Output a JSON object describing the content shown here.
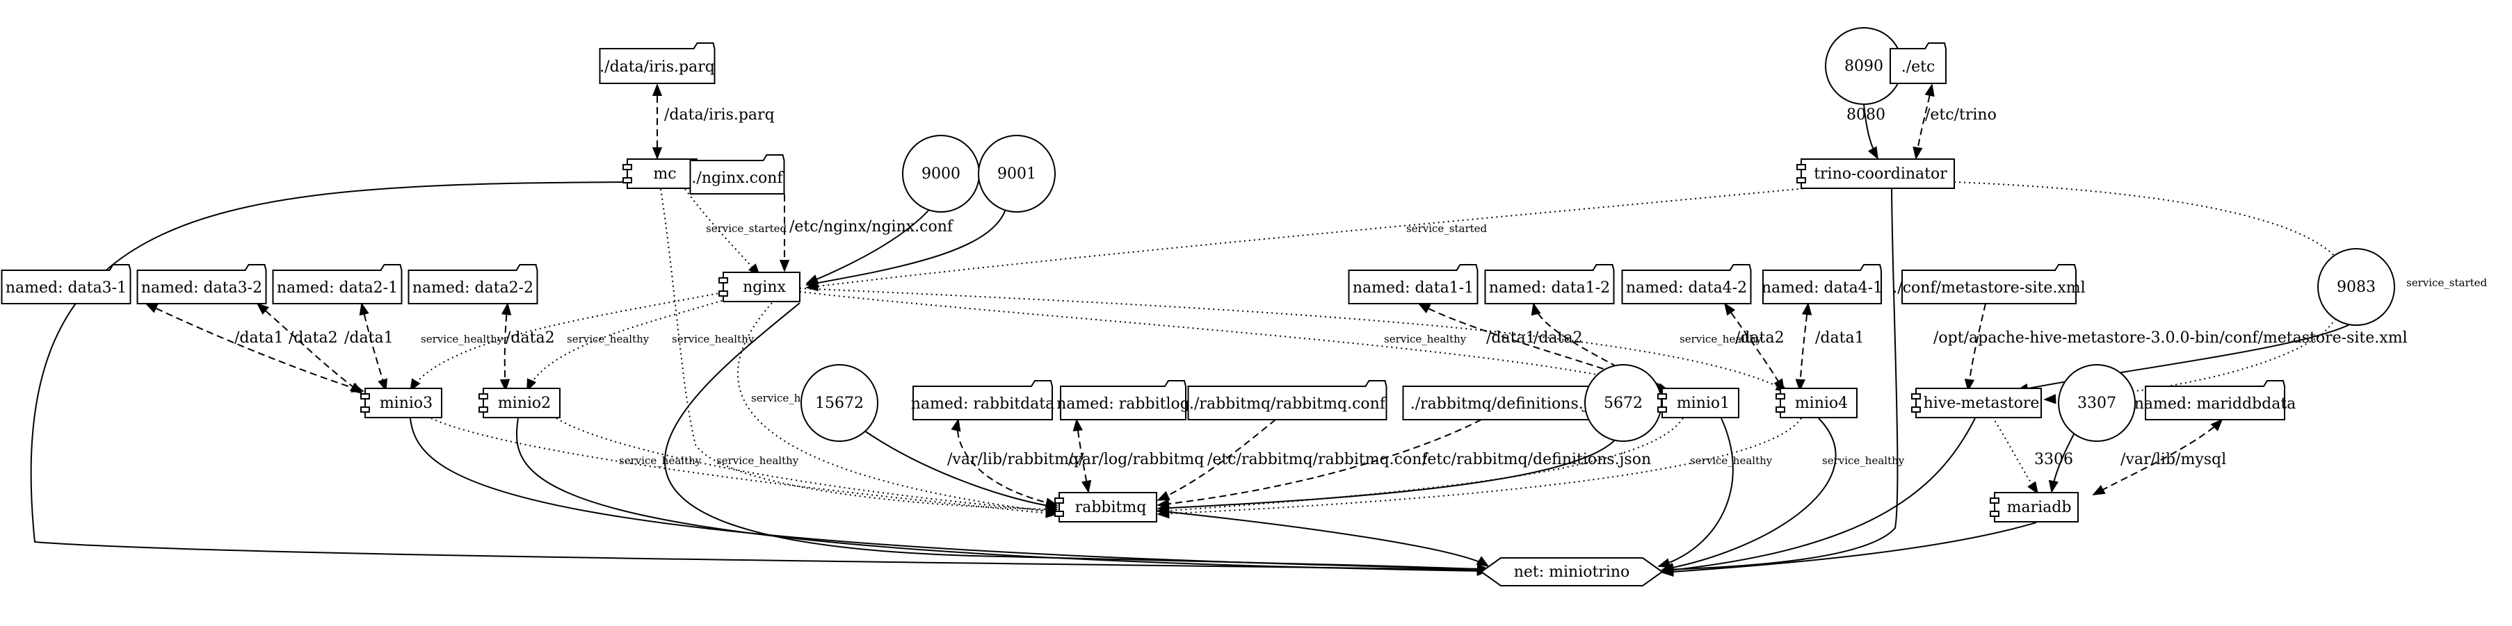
{
  "graph": {
    "title": "",
    "nodes": {
      "iris_parq": {
        "label": "./data/iris.parq",
        "shape": "folder"
      },
      "mc": {
        "label": "mc",
        "shape": "component"
      },
      "nginx_conf": {
        "label": "./nginx.conf",
        "shape": "folder"
      },
      "p9000": {
        "label": "9000",
        "shape": "circle"
      },
      "p9001": {
        "label": "9001",
        "shape": "circle"
      },
      "nginx": {
        "label": "nginx",
        "shape": "component"
      },
      "p8090": {
        "label": "8090",
        "shape": "circle"
      },
      "etc": {
        "label": "./etc",
        "shape": "folder"
      },
      "trino": {
        "label": "trino-coordinator",
        "shape": "component"
      },
      "data3_1": {
        "label": "named: data3-1",
        "shape": "folder"
      },
      "data3_2": {
        "label": "named: data3-2",
        "shape": "folder"
      },
      "data2_1": {
        "label": "named: data2-1",
        "shape": "folder"
      },
      "data2_2": {
        "label": "named: data2-2",
        "shape": "folder"
      },
      "data1_1": {
        "label": "named: data1-1",
        "shape": "folder"
      },
      "data1_2": {
        "label": "named: data1-2",
        "shape": "folder"
      },
      "data4_2": {
        "label": "named: data4-2",
        "shape": "folder"
      },
      "data4_1": {
        "label": "named: data4-1",
        "shape": "folder"
      },
      "metastore_xml": {
        "label": "./conf/metastore-site.xml",
        "shape": "folder"
      },
      "p9083": {
        "label": "9083",
        "shape": "circle"
      },
      "minio3": {
        "label": "minio3",
        "shape": "component"
      },
      "minio2": {
        "label": "minio2",
        "shape": "component"
      },
      "p15672": {
        "label": "15672",
        "shape": "circle"
      },
      "rabbitdata": {
        "label": "named: rabbitdata",
        "shape": "folder"
      },
      "rabbitlog": {
        "label": "named: rabbitlog",
        "shape": "folder"
      },
      "rabbitmq_conf": {
        "label": "./rabbitmq/rabbitmq.conf",
        "shape": "folder"
      },
      "definitions": {
        "label": "./rabbitmq/definitions.json",
        "shape": "folder"
      },
      "p5672": {
        "label": "5672",
        "shape": "circle"
      },
      "minio1": {
        "label": "minio1",
        "shape": "component"
      },
      "minio4": {
        "label": "minio4",
        "shape": "component"
      },
      "hive": {
        "label": "hive-metastore",
        "shape": "component"
      },
      "p3307": {
        "label": "3307",
        "shape": "circle"
      },
      "mariddbdata": {
        "label": "named: mariddbdata",
        "shape": "folder"
      },
      "rabbitmq": {
        "label": "rabbitmq",
        "shape": "component"
      },
      "mariadb": {
        "label": "mariadb",
        "shape": "component"
      },
      "net": {
        "label": "net: miniotrino",
        "shape": "hexagon"
      }
    },
    "edges": [
      {
        "from": "iris_parq",
        "to": "mc",
        "style": "dashed",
        "label": "/data/iris.parq"
      },
      {
        "from": "nginx_conf",
        "to": "nginx",
        "style": "dashed",
        "label": "/etc/nginx/nginx.conf"
      },
      {
        "from": "p9000",
        "to": "nginx",
        "style": "solid",
        "label": ""
      },
      {
        "from": "p9001",
        "to": "nginx",
        "style": "solid",
        "label": ""
      },
      {
        "from": "mc",
        "to": "nginx",
        "style": "dotted",
        "label": "service_started"
      },
      {
        "from": "trino",
        "to": "nginx",
        "style": "dotted",
        "label": "service_started"
      },
      {
        "from": "p8090",
        "to": "trino",
        "style": "solid",
        "label": "8080"
      },
      {
        "from": "etc",
        "to": "trino",
        "style": "dashed",
        "label": "/etc/trino"
      },
      {
        "from": "data3_1",
        "to": "minio3",
        "style": "dashed",
        "label": "/data1"
      },
      {
        "from": "data3_2",
        "to": "minio3",
        "style": "dashed",
        "label": "/data2"
      },
      {
        "from": "data2_1",
        "to": "minio2",
        "style": "dashed",
        "label": "/data1"
      },
      {
        "from": "data2_2",
        "to": "minio2",
        "style": "dashed",
        "label": "/data2"
      },
      {
        "from": "nginx",
        "to": "minio3",
        "style": "dotted",
        "label": "service_healthy"
      },
      {
        "from": "nginx",
        "to": "minio2",
        "style": "dotted",
        "label": "service_healthy"
      },
      {
        "from": "data1_1",
        "to": "minio1",
        "style": "dashed",
        "label": "/data1"
      },
      {
        "from": "data1_2",
        "to": "minio1",
        "style": "dashed",
        "label": "/data2"
      },
      {
        "from": "data4_2",
        "to": "minio4",
        "style": "dashed",
        "label": "/data2"
      },
      {
        "from": "data4_1",
        "to": "minio4",
        "style": "dashed",
        "label": "/data1"
      },
      {
        "from": "nginx",
        "to": "minio1",
        "style": "dotted",
        "label": "service_healthy"
      },
      {
        "from": "nginx",
        "to": "minio4",
        "style": "dotted",
        "label": "service_healthy"
      },
      {
        "from": "metastore_xml",
        "to": "hive",
        "style": "dashed",
        "label": "/opt/apache-hive-metastore-3.0.0-bin/conf/metastore-site.xml"
      },
      {
        "from": "p9083",
        "to": "hive",
        "style": "solid",
        "label": ""
      },
      {
        "from": "trino",
        "to": "hive",
        "style": "dotted",
        "label": "service_started"
      },
      {
        "from": "p3307",
        "to": "mariadb",
        "style": "solid",
        "label": "3306"
      },
      {
        "from": "mariddbdata",
        "to": "mariadb",
        "style": "dashed",
        "label": "/var/lib/mysql"
      },
      {
        "from": "hive",
        "to": "mariadb",
        "style": "dotted",
        "label": ""
      },
      {
        "from": "p15672",
        "to": "rabbitmq",
        "style": "solid",
        "label": ""
      },
      {
        "from": "rabbitdata",
        "to": "rabbitmq",
        "style": "dashed",
        "label": "/var/lib/rabbitmq/"
      },
      {
        "from": "rabbitlog",
        "to": "rabbitmq",
        "style": "dashed",
        "label": "/var/log/rabbitmq"
      },
      {
        "from": "rabbitmq_conf",
        "to": "rabbitmq",
        "style": "dashed",
        "label": "/etc/rabbitmq/rabbitmq.conf"
      },
      {
        "from": "definitions",
        "to": "rabbitmq",
        "style": "dashed",
        "label": "/etc/rabbitmq/definitions.json"
      },
      {
        "from": "p5672",
        "to": "rabbitmq",
        "style": "solid",
        "label": ""
      },
      {
        "from": "mc",
        "to": "rabbitmq",
        "style": "dotted",
        "label": "service_healthy"
      },
      {
        "from": "nginx",
        "to": "rabbitmq",
        "style": "dotted",
        "label": "service_healthy"
      },
      {
        "from": "minio3",
        "to": "rabbitmq",
        "style": "dotted",
        "label": "service_healthy"
      },
      {
        "from": "minio2",
        "to": "rabbitmq",
        "style": "dotted",
        "label": "service_healthy"
      },
      {
        "from": "minio1",
        "to": "rabbitmq",
        "style": "dotted",
        "label": "service_healthy"
      },
      {
        "from": "minio4",
        "to": "rabbitmq",
        "style": "dotted",
        "label": "service_healthy"
      },
      {
        "from": "mc",
        "to": "net",
        "style": "solid",
        "label": ""
      },
      {
        "from": "nginx",
        "to": "net",
        "style": "solid",
        "label": ""
      },
      {
        "from": "minio3",
        "to": "net",
        "style": "solid",
        "label": ""
      },
      {
        "from": "minio2",
        "to": "net",
        "style": "solid",
        "label": ""
      },
      {
        "from": "rabbitmq",
        "to": "net",
        "style": "solid",
        "label": ""
      },
      {
        "from": "minio1",
        "to": "net",
        "style": "solid",
        "label": ""
      },
      {
        "from": "minio4",
        "to": "net",
        "style": "solid",
        "label": ""
      },
      {
        "from": "trino",
        "to": "net",
        "style": "solid",
        "label": ""
      },
      {
        "from": "hive",
        "to": "net",
        "style": "solid",
        "label": ""
      },
      {
        "from": "mariadb",
        "to": "net",
        "style": "solid",
        "label": ""
      }
    ]
  }
}
